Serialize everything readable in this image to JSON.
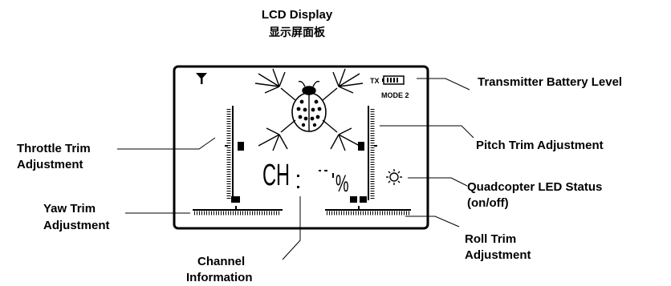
{
  "title": "LCD Display",
  "subtitle": "显示屏面板",
  "labels": {
    "transmitter_battery": "Transmitter Battery Level",
    "pitch_trim": "Pitch Trim Adjustment",
    "led_status_line1": "Quadcopter LED Status",
    "led_status_line2": "(on/off)",
    "roll_trim_line1": "Roll Trim",
    "roll_trim_line2": "Adjustment",
    "channel_info_line1": "Channel",
    "channel_info_line2": "Information",
    "yaw_trim_line1": "Yaw Trim",
    "yaw_trim_line2": "Adjustment",
    "throttle_trim_line1": "Throttle Trim",
    "throttle_trim_line2": "Adjustment"
  },
  "lcd": {
    "tx_text": "TX",
    "mode_text": "MODE 2",
    "ch_text": "CH",
    "percent_text": "%"
  },
  "icons": {
    "antenna": "antenna-icon",
    "battery": "battery-icon",
    "ladybug": "ladybug-icon",
    "led": "led-icon"
  },
  "colors": {
    "foreground": "#000000",
    "background": "#ffffff"
  }
}
